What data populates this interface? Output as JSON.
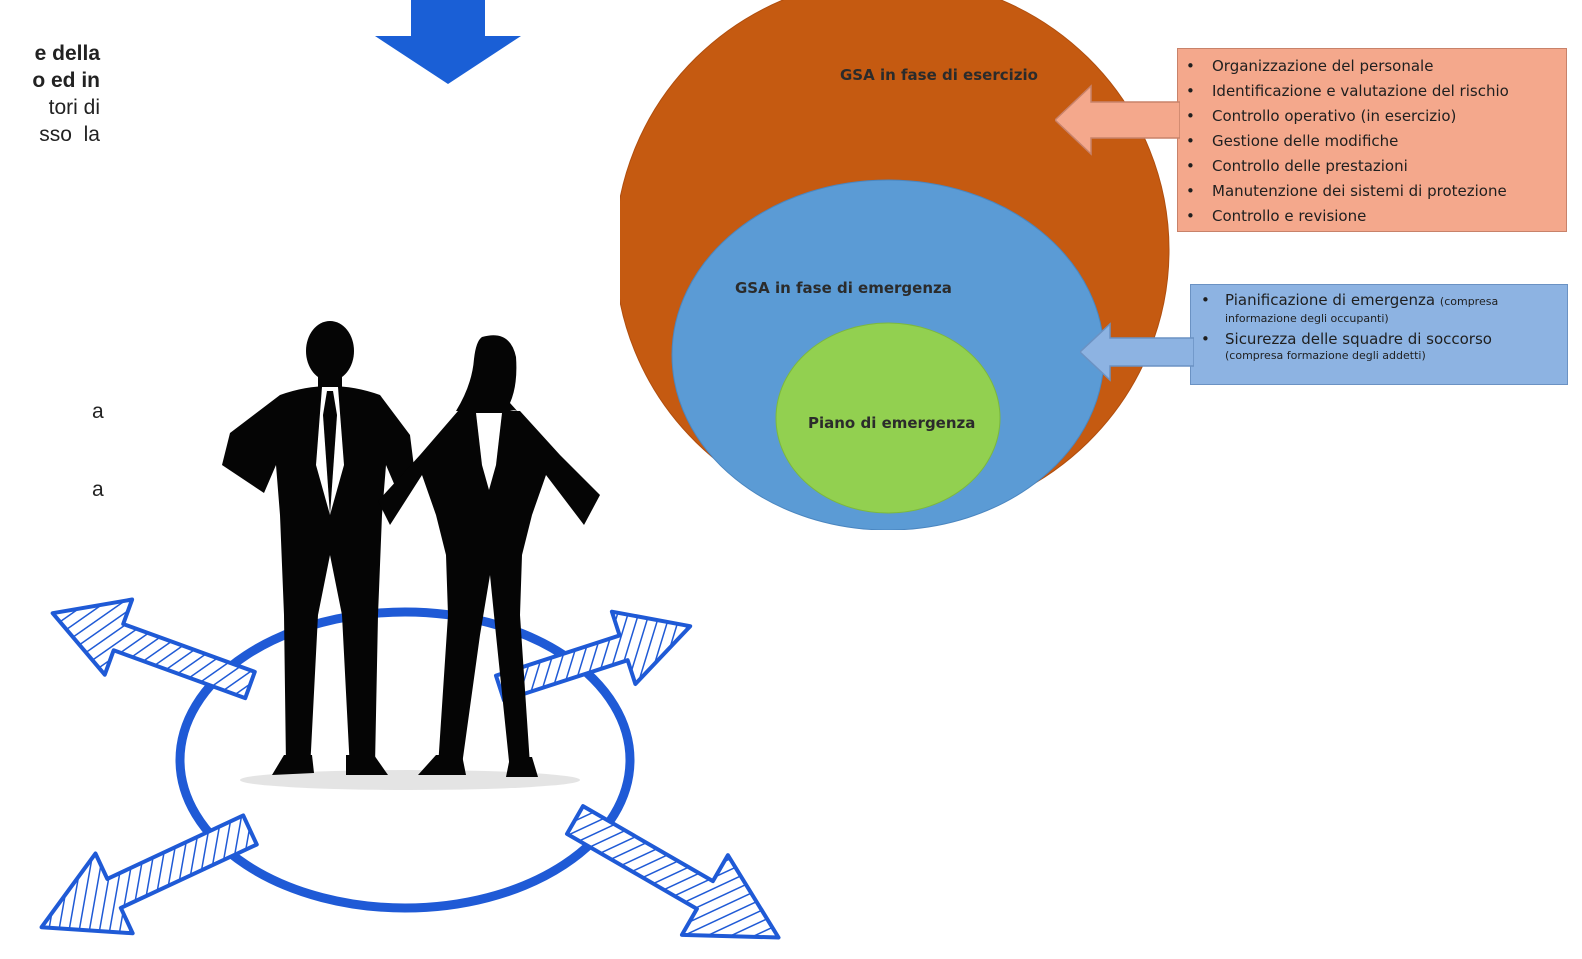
{
  "left_text": {
    "line1": "e della",
    "line2": "o ed in",
    "line3": "tori di",
    "line4": "sso  la",
    "stray1": "a",
    "stray2": "a"
  },
  "diagram": {
    "outer_label": "GSA in fase di esercizio",
    "middle_label": "GSA in fase di emergenza",
    "inner_label": "Piano di emergenza",
    "colors": {
      "outer": "#c55a11",
      "middle": "#5b9bd5",
      "inner": "#92d050",
      "orange_box": "#f4a88c",
      "blue_box": "#8db3e2",
      "down_arrow": "#1a5fd6",
      "compass": "#1f5ad6"
    }
  },
  "exercise_items": [
    "Organizzazione del personale",
    "Identificazione e valutazione del rischio",
    "Controllo operativo (in esercizio)",
    "Gestione delle modifiche",
    "Controllo delle prestazioni",
    "Manutenzione dei sistemi di protezione",
    "Controllo e revisione"
  ],
  "emergency_items": [
    {
      "main": "Pianificazione di emergenza",
      "inline_note": "(compresa",
      "note": "informazione degli occupanti)"
    },
    {
      "main": "Sicurezza delle squadre di soccorso",
      "inline_note": "",
      "note": "(compresa formazione degli addetti)"
    }
  ],
  "icons": {
    "down_arrow": "down-arrow-icon",
    "business_people": "business-people-icon",
    "compass_arrows": "compass-arrows-icon"
  }
}
